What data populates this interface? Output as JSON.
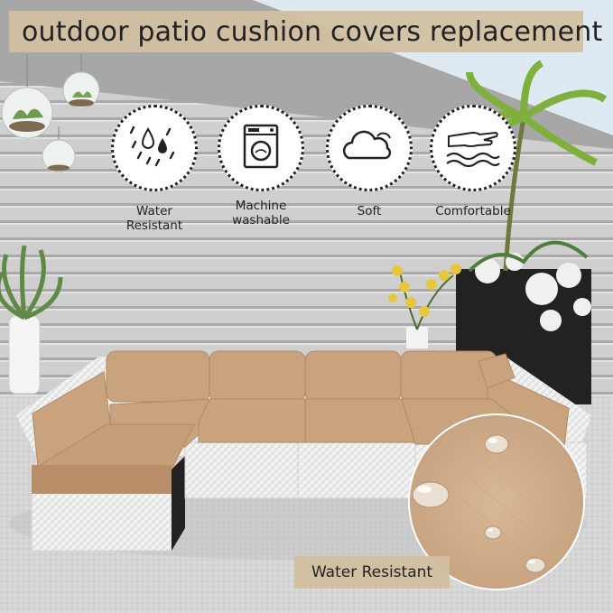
{
  "title": "outdoor patio cushion covers replacement",
  "features": [
    {
      "label": "Water Resistant",
      "icon": "water-drops-icon"
    },
    {
      "label": "Machine washable",
      "icon": "washing-machine-icon"
    },
    {
      "label": "Soft",
      "icon": "cloud-icon"
    },
    {
      "label": "Comfortable",
      "icon": "hand-on-cushion-icon"
    }
  ],
  "detail_caption": "Water Resistant",
  "colors": {
    "cushion": "#c9a37e",
    "cushion_shadow": "#b08a66",
    "wicker": "#f2f2f2",
    "wall": "#c9c9c9",
    "title_bg": "#d2bfa0"
  }
}
